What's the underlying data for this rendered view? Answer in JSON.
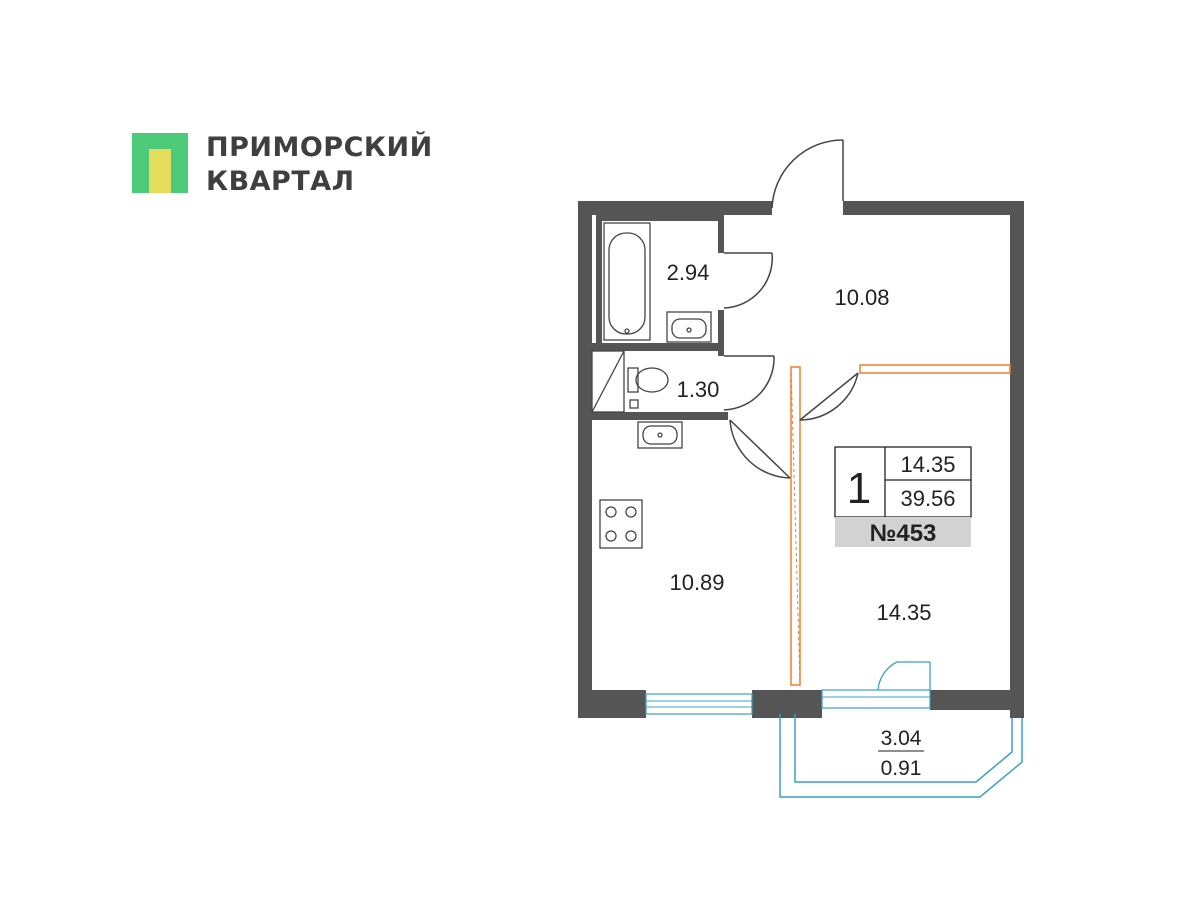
{
  "brand": {
    "line1": "ПРИМОРСКИЙ",
    "line2": "КВАРТАЛ",
    "colors": {
      "green": "#4ecb7a",
      "yellow": "#e4dc5a"
    }
  },
  "rooms": {
    "bathroom_area": "2.94",
    "hallway_area": "10.08",
    "wc_area": "1.30",
    "kitchen_area": "10.89",
    "living_area": "14.35",
    "balcony_area": "3.04",
    "balcony_reduced_area": "0.91"
  },
  "summary": {
    "rooms_count": "1",
    "living_area": "14.35",
    "total_area": "39.56",
    "apartment_number": "№453"
  },
  "colors": {
    "walls": "#555555",
    "partition": "#f07f2a",
    "window": "#3aa0c8",
    "badge": "#d2d2d2"
  }
}
